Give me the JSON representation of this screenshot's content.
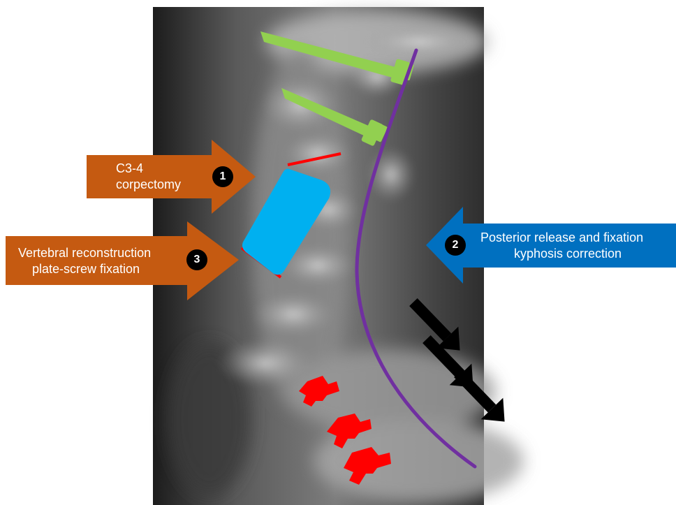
{
  "colors": {
    "orange_arrow": "#C55A11",
    "blue_arrow": "#0070C0",
    "cage": "#00B0F0",
    "endplate_line": "#FF0000",
    "posterior_curve": "#7030A0",
    "screws": "#92D050",
    "red_blocks": "#FF0000",
    "force_arrows": "#000000"
  },
  "labels": {
    "step1_line1": "C3-4",
    "step1_line2": "corpectomy",
    "step2_line1": "Posterior release and fixation",
    "step2_line2": "kyphosis correction",
    "step3_line1": "Vertebral reconstruction",
    "step3_line2": "plate-screw fixation"
  },
  "badges": {
    "step1": "1",
    "step2": "2",
    "step3": "3"
  },
  "icons": {
    "xray": "lateral-cervical-spine-xray",
    "screws": "green-pedicle-screw-icon",
    "curve": "purple-rod-curve",
    "cage": "blue-cage-block",
    "blocks": "red-step-block-icon",
    "force": "black-diagonal-arrow-icon"
  }
}
